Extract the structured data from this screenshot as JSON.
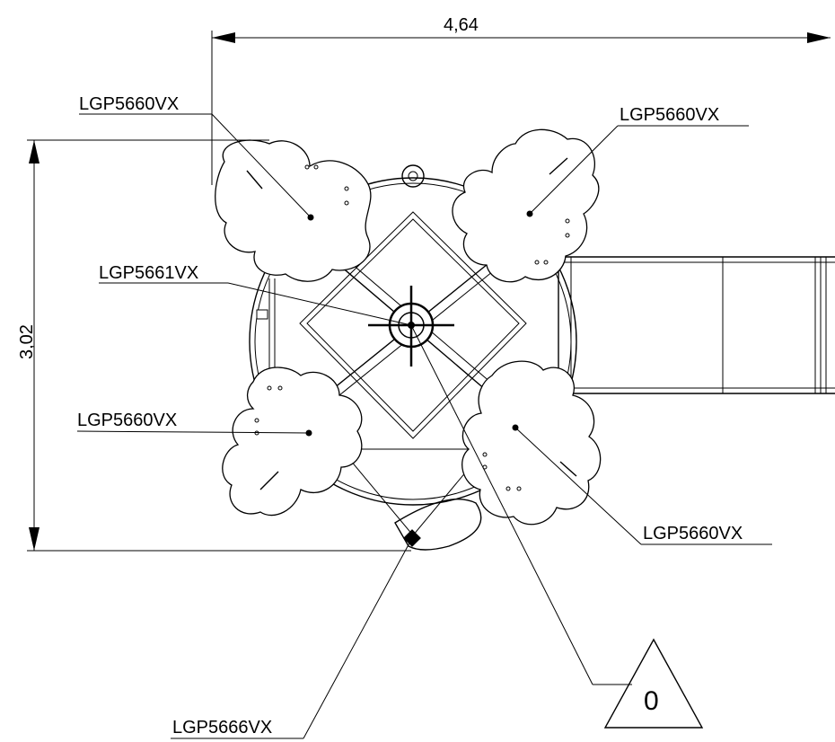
{
  "dimensions": {
    "width": "4,64",
    "height": "3,02"
  },
  "labels": {
    "leaf_top_left": "LGP5660VX",
    "leaf_top_right": "LGP5660VX",
    "center_post": "LGP5661VX",
    "leaf_bottom_left": "LGP5660VX",
    "leaf_bottom_right": "LGP5660VX",
    "bottom_fitting": "LGP5666VX"
  },
  "revision": {
    "value": "0"
  }
}
